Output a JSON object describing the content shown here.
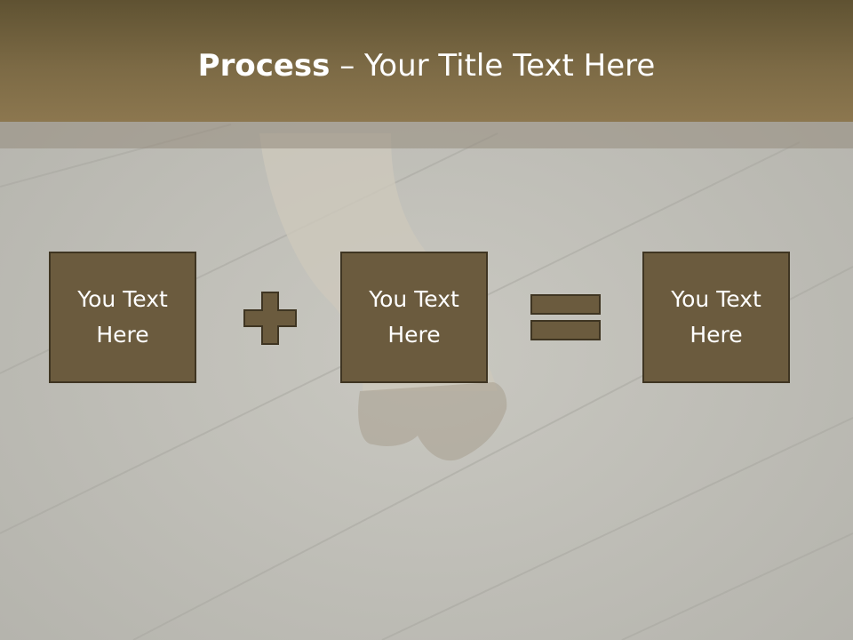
{
  "title": {
    "bold": "Process",
    "dash": " – ",
    "rest": "Your Title Text Here"
  },
  "boxes": [
    {
      "text": "You Text Here"
    },
    {
      "text": "You Text Here"
    },
    {
      "text": "You Text Here"
    }
  ],
  "operators": [
    "plus-icon",
    "equals-icon"
  ],
  "colors": {
    "title_bar": "#7c6a45",
    "box_fill": "#6b5b3e",
    "box_border": "#3f3522",
    "background": "#bdbcb5"
  }
}
